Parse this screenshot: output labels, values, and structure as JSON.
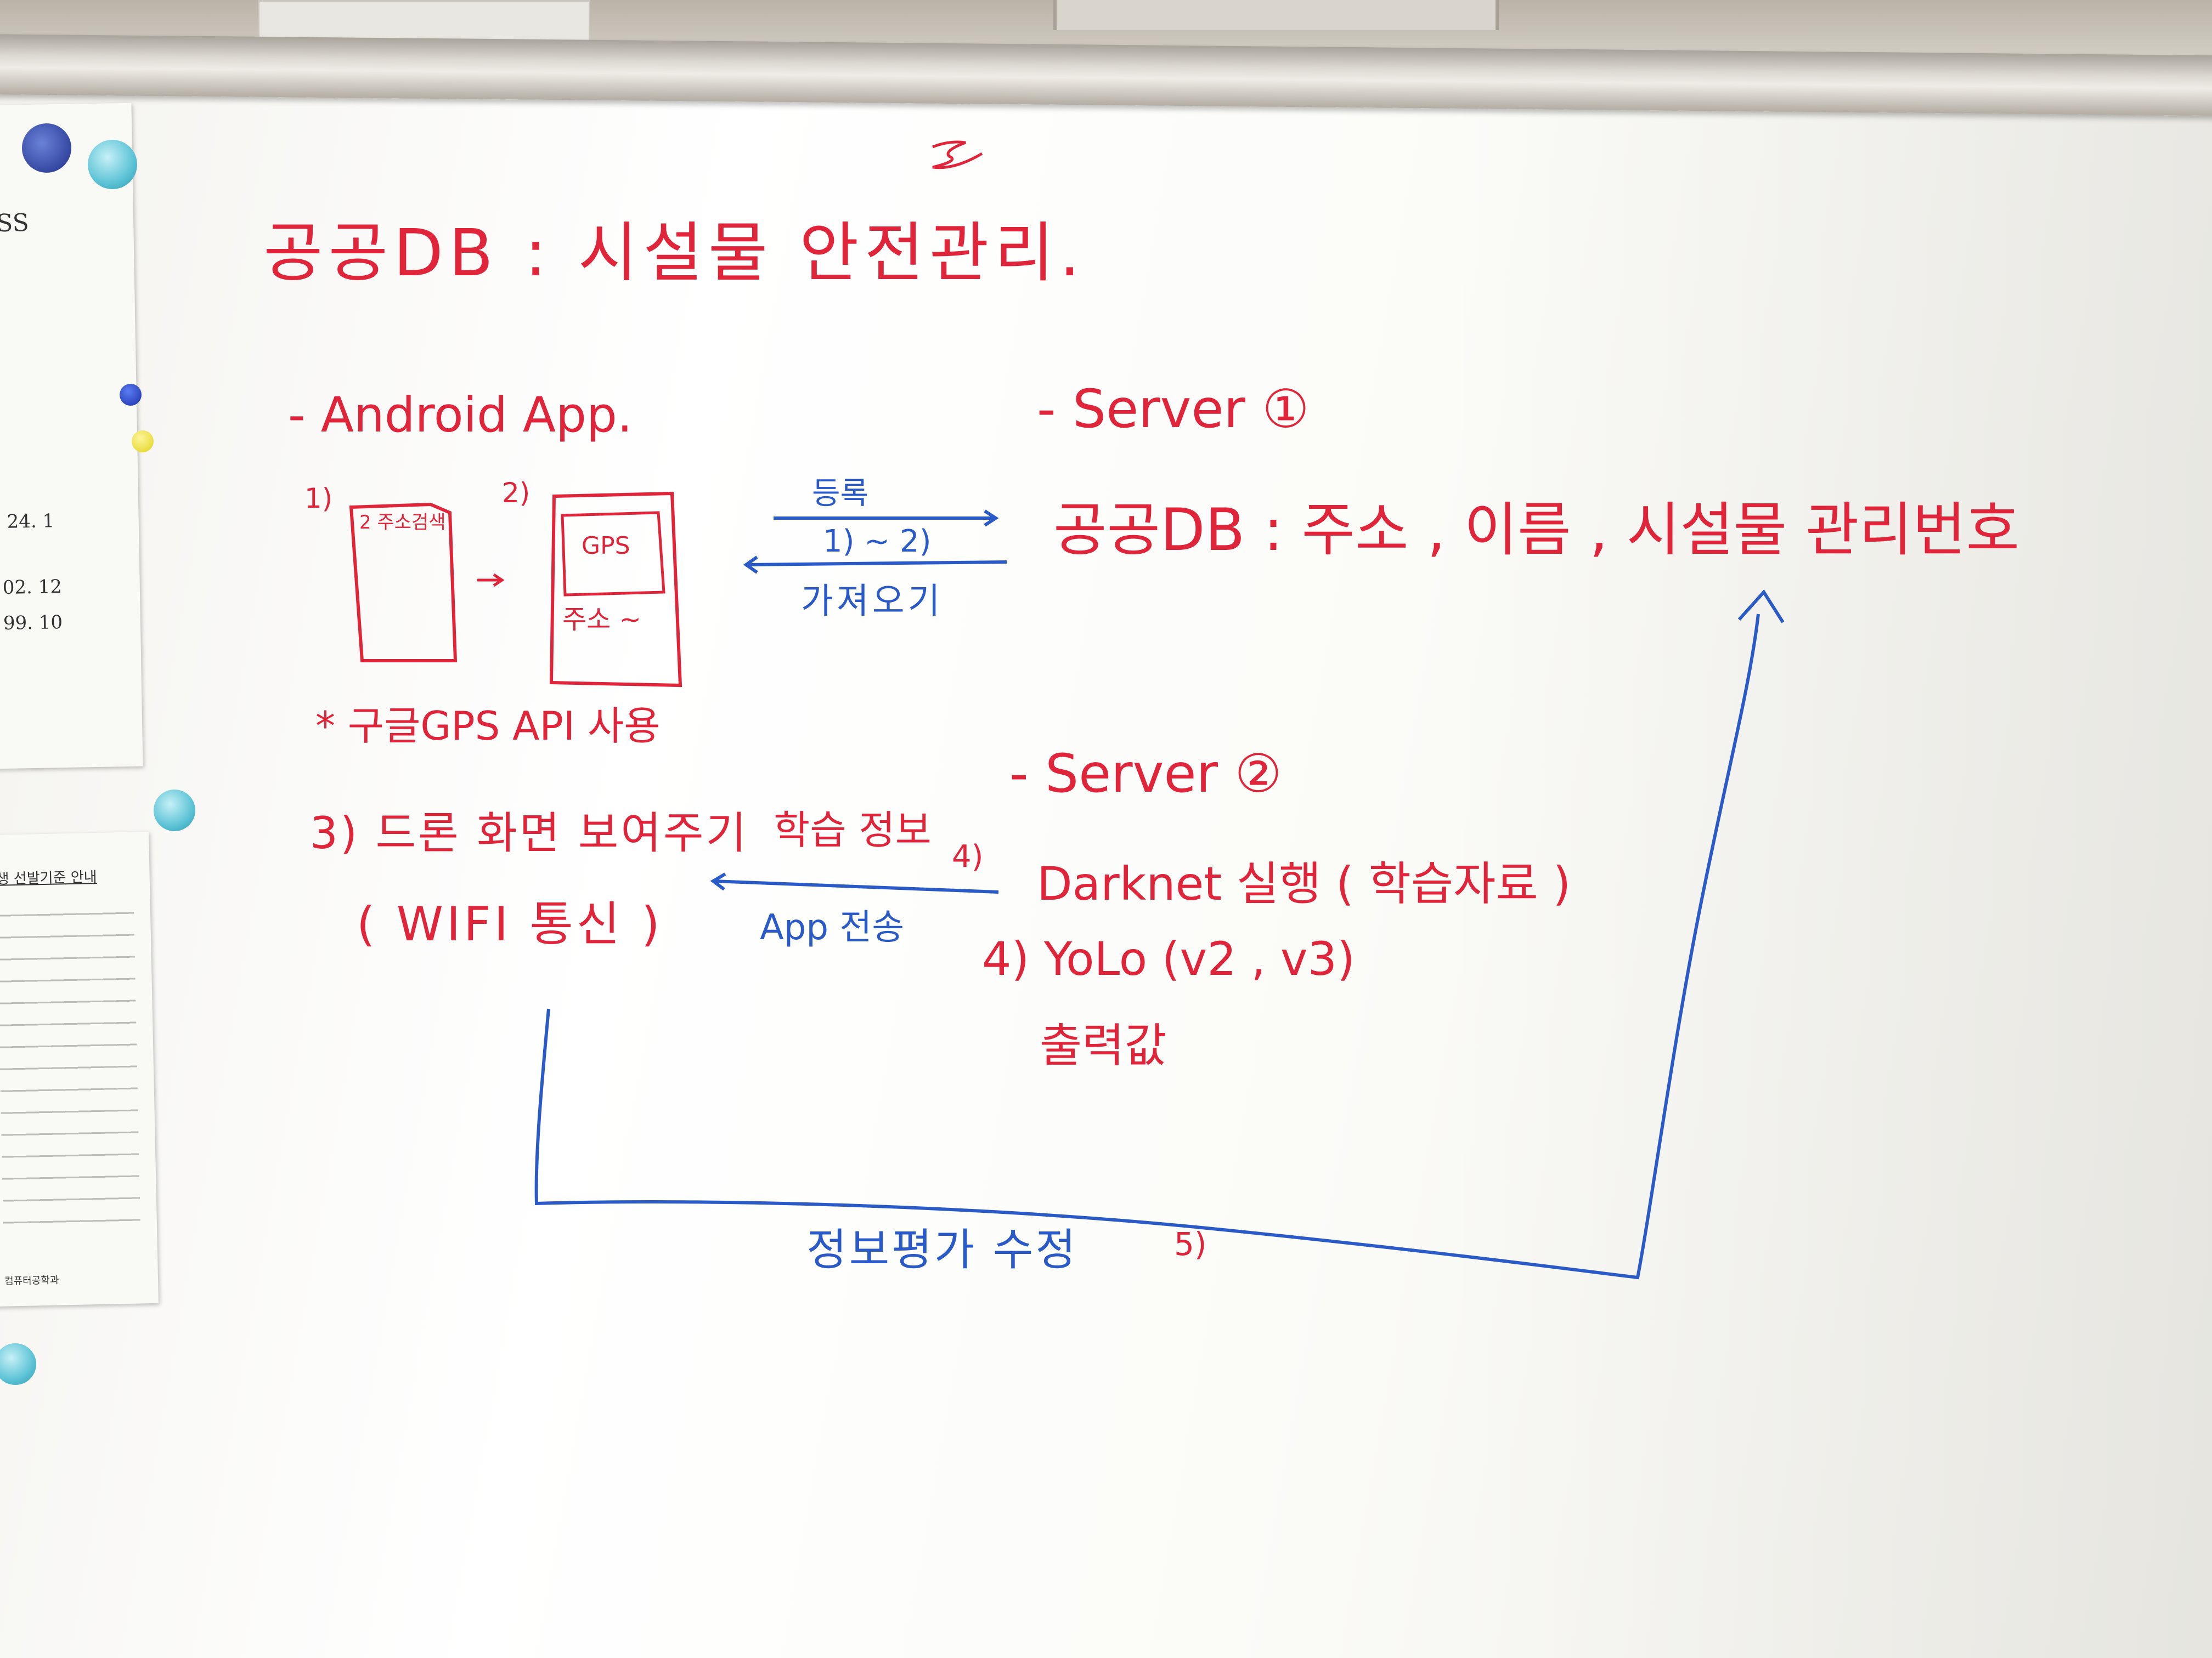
{
  "paper_left": {
    "cut_text": "SS",
    "numbers": [
      "24. 1",
      "02. 12",
      "99. 10"
    ]
  },
  "paper_notice": {
    "title": "생 선발기준 안내",
    "footer": "컴퓨터공학과"
  },
  "title": "공공DB : 시설물 안전관리.",
  "android": {
    "heading": "- Android App.",
    "step1": "1)",
    "step2": "2)",
    "box1_label": "2 주소검색",
    "box2_gps": "GPS",
    "box2_addr": "주소 ~",
    "note": "* 구글GPS API 사용",
    "step3": "3) 드론 화면 보여주기",
    "wifi": "( WIFI 통신 )"
  },
  "arrows_top": {
    "register": "등록",
    "range": "1) ~ 2)",
    "fetch": "가져오기"
  },
  "server1": {
    "heading": "- Server ①",
    "text": "공공DB : 주소 , 이름 , 시설물 관리번호"
  },
  "server2": {
    "heading": "- Server ②",
    "darknet": "Darknet 실행 ( 학습자료 )",
    "yolo": "4) YoLo (v2 , v3)",
    "output": "출력값"
  },
  "arrows_mid": {
    "learn": "학습 정보",
    "learn_num": "4)",
    "send": "App 전송"
  },
  "bottom": {
    "label": "정보평가 수정",
    "num": "5)"
  },
  "colors": {
    "red_marker": "#e0243a",
    "blue_marker": "#2a5ac8",
    "magnet": "#5cc3d6"
  }
}
